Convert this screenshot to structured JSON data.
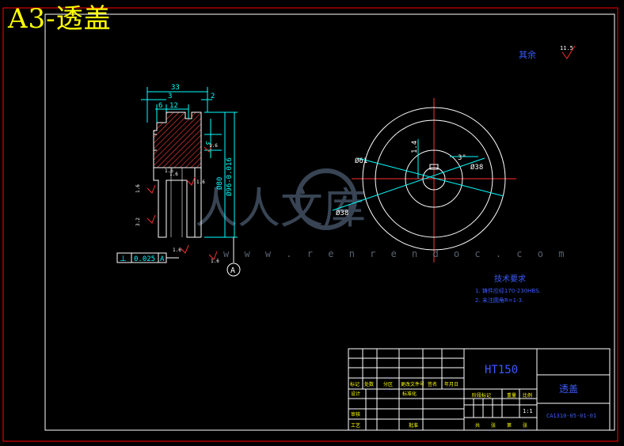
{
  "sheet_title": "A3-透盖",
  "watermark": {
    "brand": "人人文库",
    "url": "w w w . r e n r e n d o c . c o m"
  },
  "surface_finish_note": {
    "label": "其余",
    "value": "11.5"
  },
  "section_view": {
    "dims_horizontal": [
      "33",
      "3",
      "2",
      "6",
      "12"
    ],
    "dims_vertical": [
      "3",
      "Ø80",
      "Ø96-0.016"
    ],
    "roughness": [
      "1.6",
      "1.6",
      "1.6",
      "1.6",
      "1.6",
      "3.2",
      "1.6",
      "1.6"
    ],
    "tolerance_frame": {
      "symbol": "⊥",
      "value": "0.025",
      "datum": "A"
    },
    "datum_marker": "A"
  },
  "top_view": {
    "labels": [
      "Ø61",
      "1.4",
      "3",
      "Ø38",
      "Ø38"
    ],
    "angle": "3°"
  },
  "tech_requirements": {
    "title": "技术要求",
    "items": [
      "1. 铸件应经170-230HBS.",
      "2. 未注圆角R=1-3."
    ]
  },
  "title_block": {
    "material": "HT150",
    "part_name": "透盖",
    "drawing_no": "CA1310-05-01-01",
    "header_labels": [
      "标记",
      "处数",
      "分区",
      "更改文件号",
      "签名",
      "年月日"
    ],
    "row_labels": [
      "设计",
      "审核",
      "工艺"
    ],
    "col_labels": [
      "标准化",
      "批准"
    ],
    "stage_labels": [
      "阶段标记",
      "重量",
      "比例"
    ],
    "footer_labels": [
      "共",
      "张",
      "第",
      "张"
    ],
    "scale": "1:1"
  },
  "colors": {
    "background": "#000000",
    "frame": "#ff0000",
    "outline": "#ffffff",
    "dimension": "#00ffff",
    "text_blue": "#3b5bff",
    "yellow": "#ffff00",
    "green": "#00ff00",
    "roughness": "#ff3030"
  }
}
